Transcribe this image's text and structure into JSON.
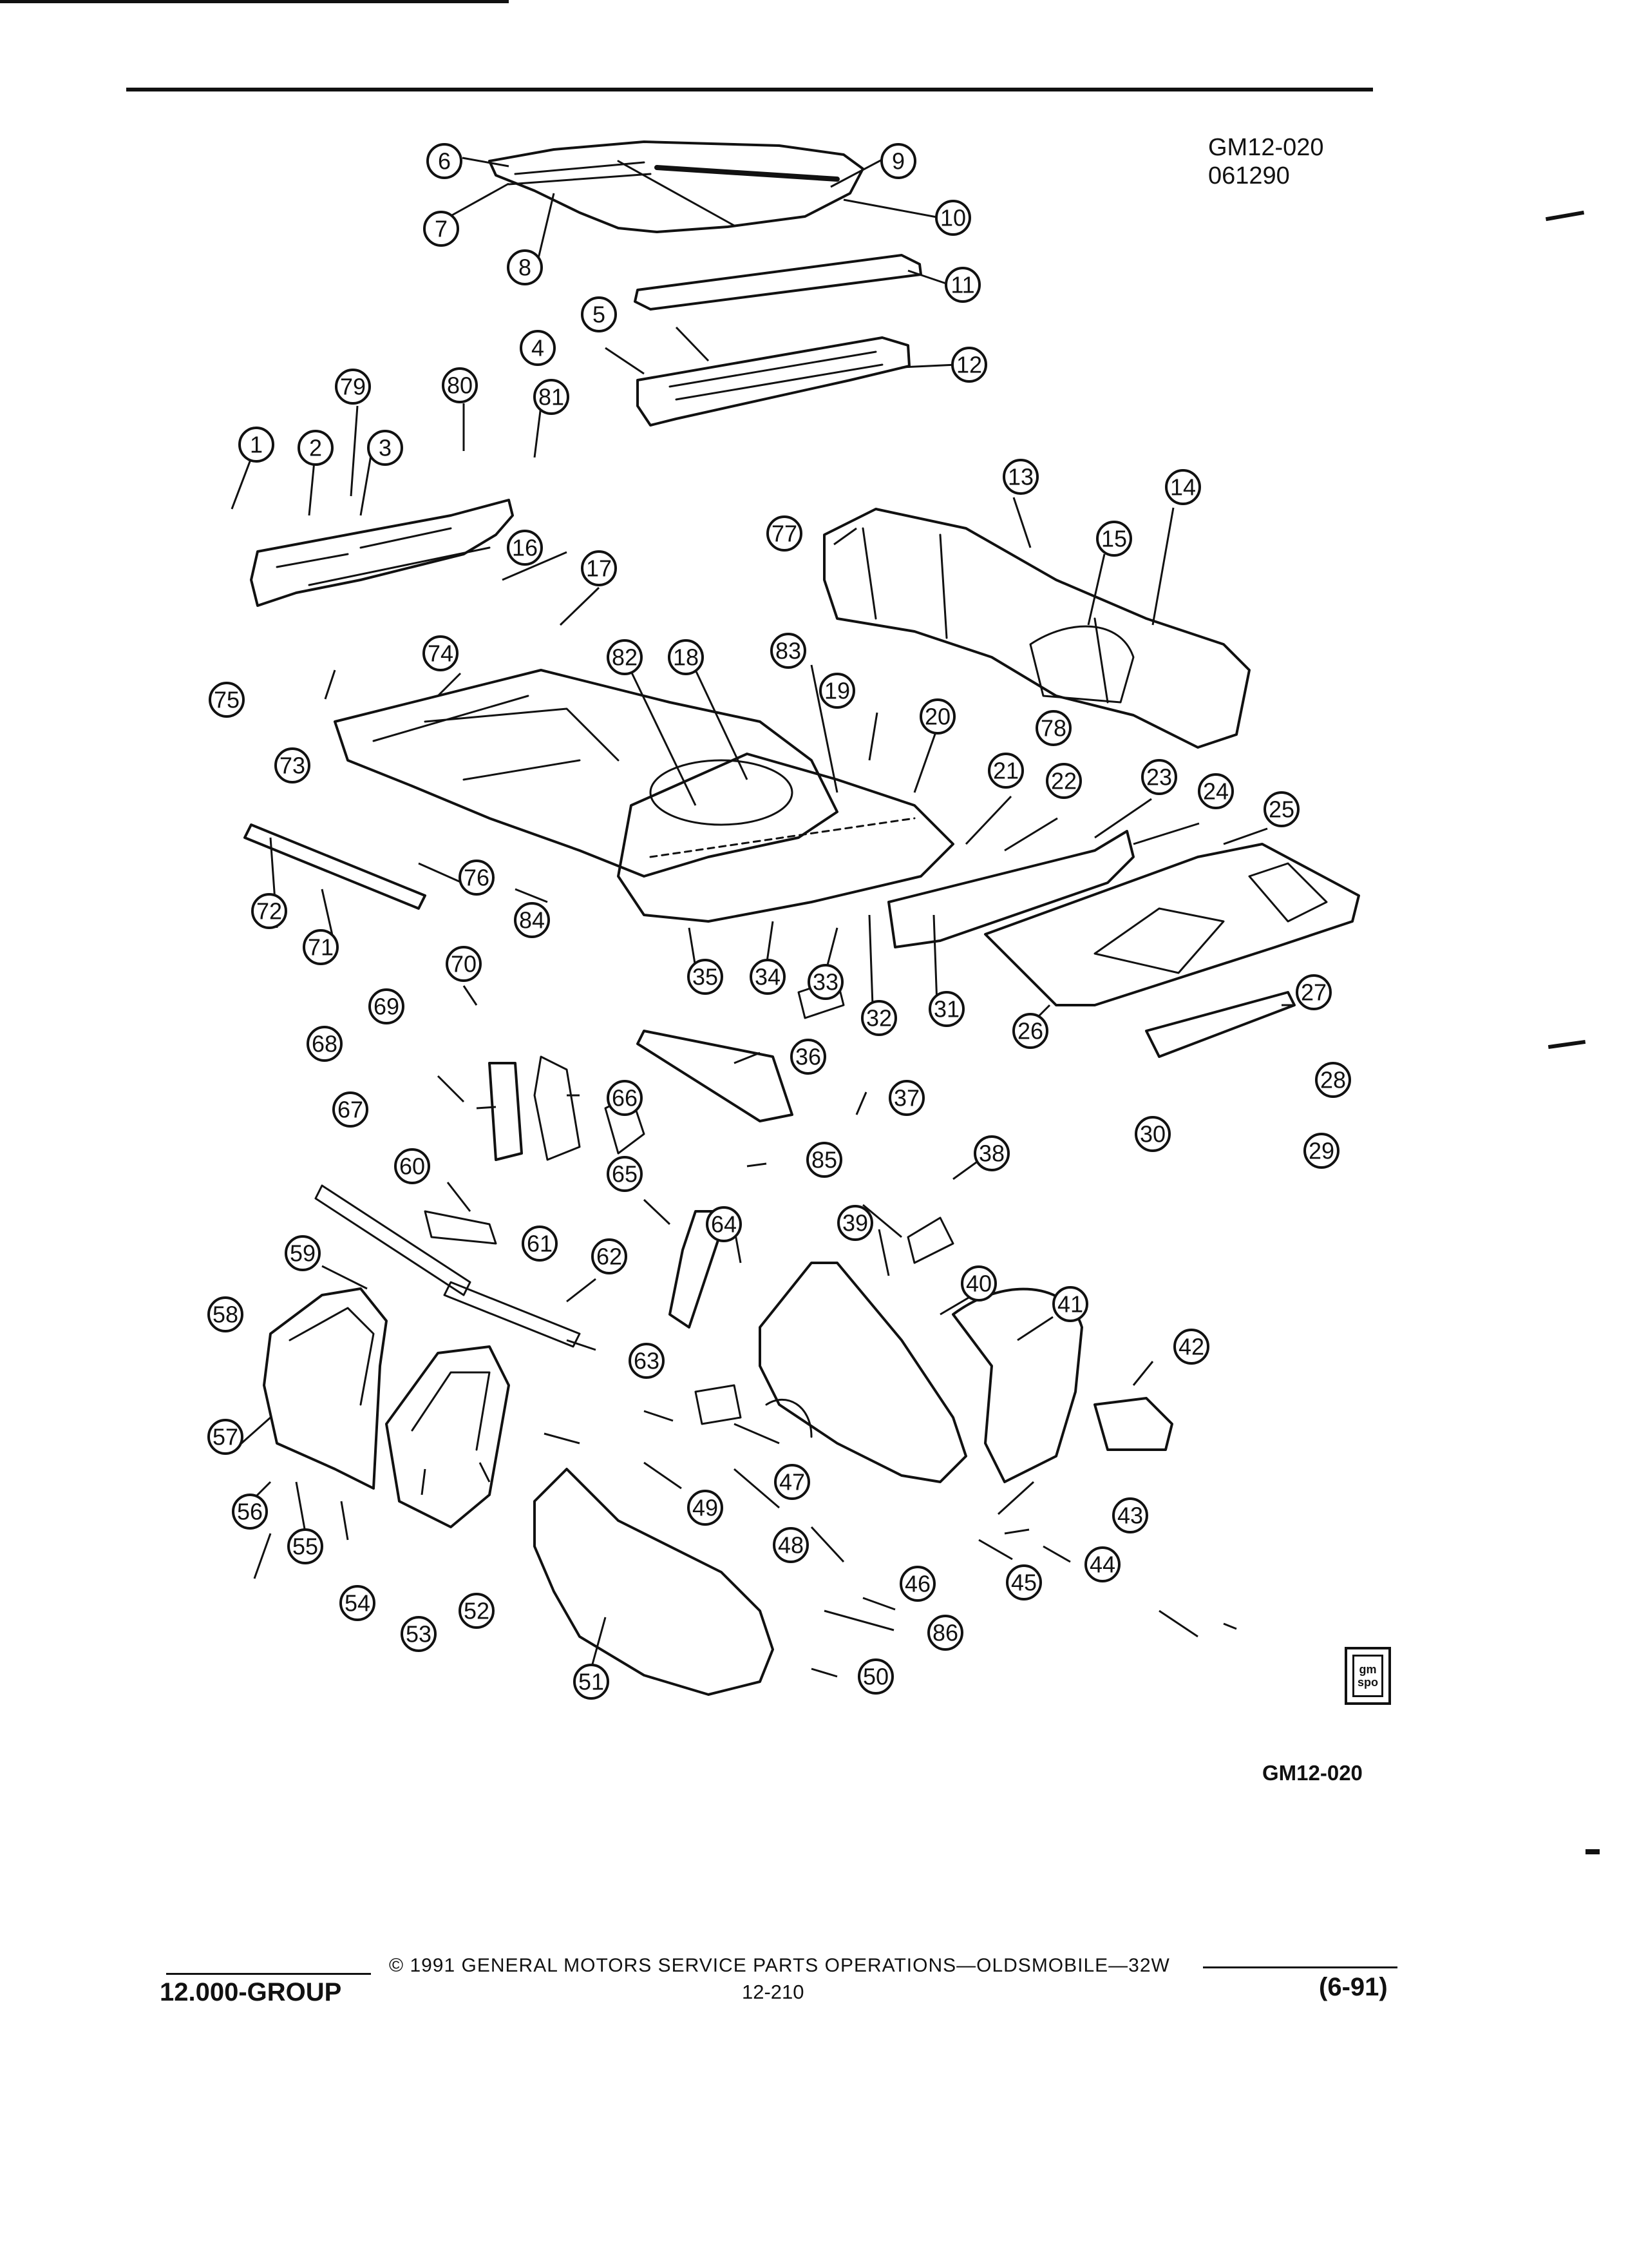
{
  "header": {
    "figure_code": "GM12-020",
    "date_code": "061290"
  },
  "diagram": {
    "callouts": [
      "1",
      "2",
      "3",
      "4",
      "5",
      "6",
      "7",
      "8",
      "9",
      "10",
      "11",
      "12",
      "13",
      "14",
      "15",
      "16",
      "17",
      "18",
      "19",
      "20",
      "21",
      "22",
      "23",
      "24",
      "25",
      "26",
      "27",
      "28",
      "29",
      "30",
      "31",
      "32",
      "33",
      "34",
      "35",
      "36",
      "37",
      "38",
      "39",
      "40",
      "41",
      "42",
      "43",
      "44",
      "45",
      "46",
      "47",
      "48",
      "49",
      "50",
      "51",
      "52",
      "53",
      "54",
      "55",
      "56",
      "57",
      "58",
      "59",
      "60",
      "61",
      "62",
      "63",
      "64",
      "65",
      "66",
      "67",
      "68",
      "69",
      "70",
      "71",
      "72",
      "73",
      "74",
      "75",
      "76",
      "77",
      "78",
      "79",
      "80",
      "81",
      "82",
      "83",
      "84",
      "85",
      "86"
    ],
    "bottom_code": "GM12-020",
    "logo_text": [
      "gm",
      "spo"
    ]
  },
  "footer": {
    "copyright": "©  1991  GENERAL MOTORS SERVICE PARTS OPERATIONS—OLDSMOBILE—32W",
    "group": "12.000-GROUP",
    "page": "12-210",
    "revision": "(6-91)"
  },
  "colors": {
    "ink": "#111111",
    "paper": "#ffffff"
  }
}
